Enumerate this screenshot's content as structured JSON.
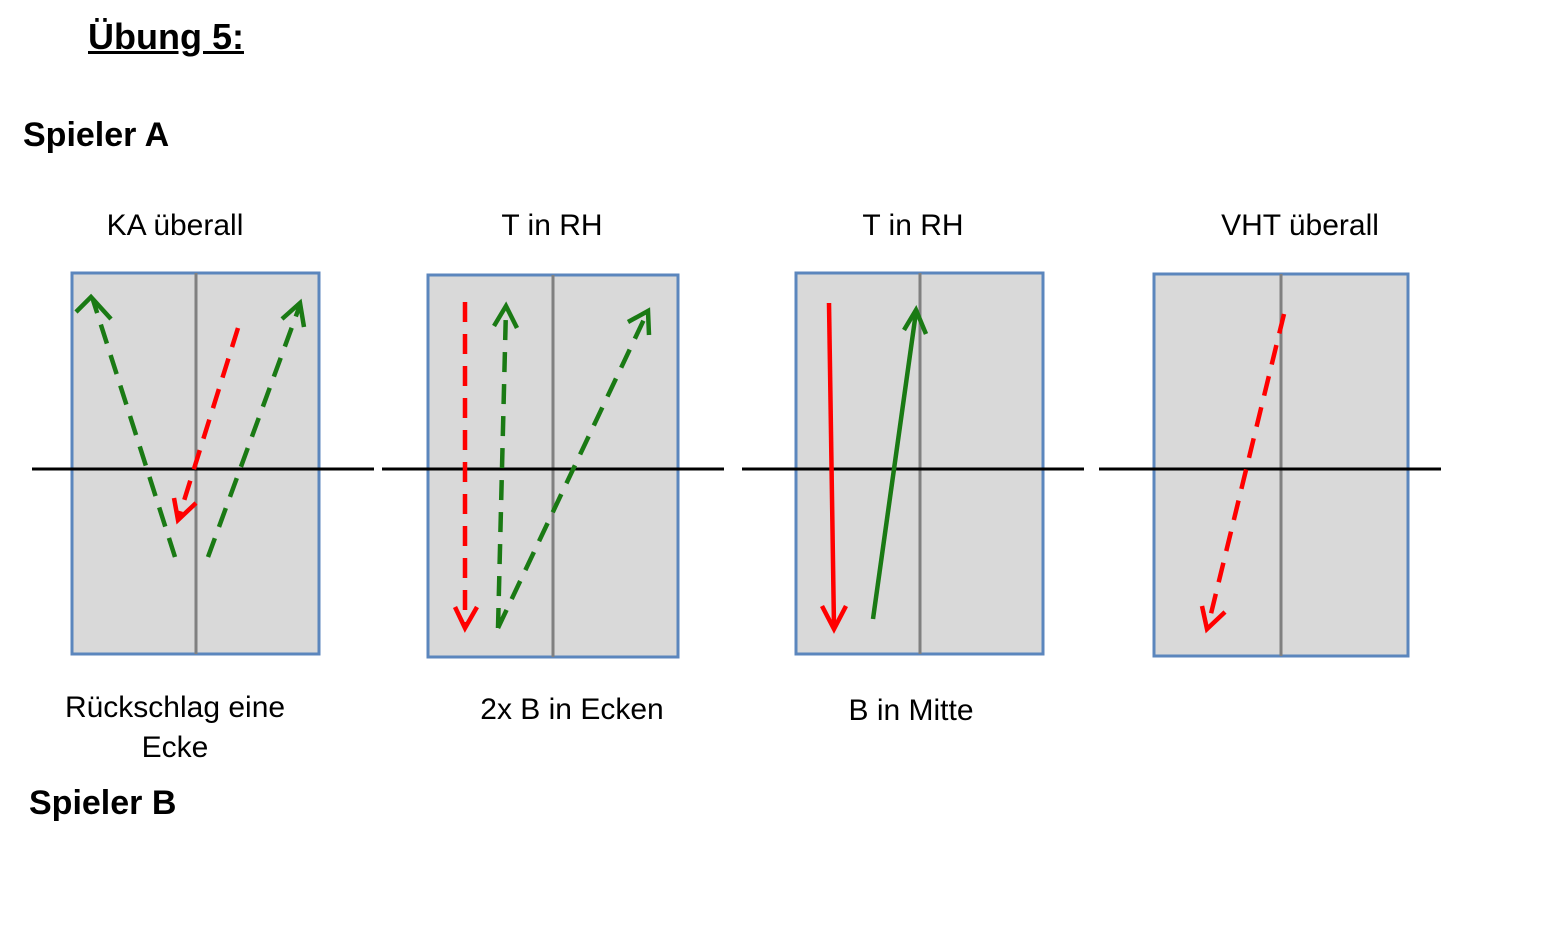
{
  "title": "Übung 5:",
  "player_a": "Spieler A",
  "player_b": "Spieler B",
  "exercises": [
    {
      "top_label": "KA überall",
      "bottom_label_line1": "Rückschlag eine",
      "bottom_label_line2": "Ecke"
    },
    {
      "top_label": "T in RH",
      "bottom_label_line1": "2x B in Ecken",
      "bottom_label_line2": ""
    },
    {
      "top_label": "T in RH",
      "bottom_label_line1": "B in Mitte",
      "bottom_label_line2": ""
    },
    {
      "top_label": "VHT überall",
      "bottom_label_line1": "",
      "bottom_label_line2": ""
    }
  ],
  "colors": {
    "table_fill": "#d9d9d9",
    "table_border": "#5b86bd",
    "center_line": "#808080",
    "net": "#000000",
    "player_a_arrow": "#ff0000",
    "player_b_arrow": "#1a7a14"
  }
}
